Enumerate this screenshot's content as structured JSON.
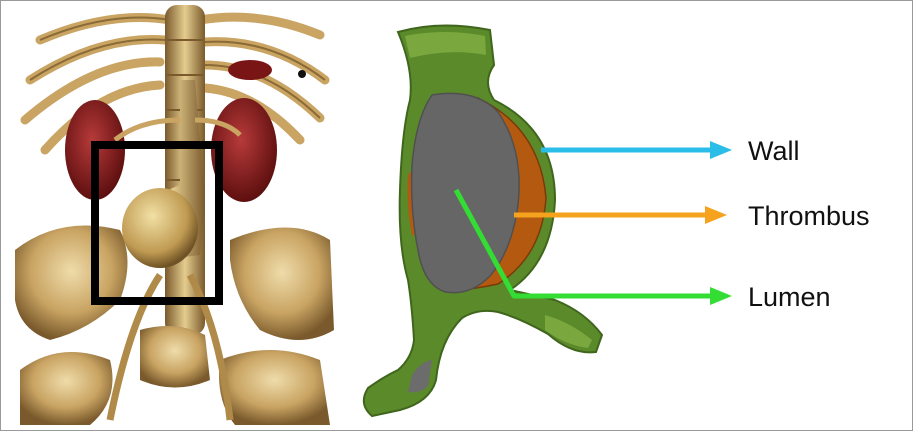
{
  "labels": {
    "wall": "Wall",
    "thrombus": "Thrombus",
    "lumen": "Lumen"
  },
  "colors": {
    "wall_arrow": "#29bde8",
    "thrombus_arrow": "#f5a21e",
    "lumen_arrow": "#33dd33",
    "roi_box": "#000000",
    "wall_tissue": "#5b8a2a",
    "thrombus_tissue": "#b45a10",
    "lumen_tissue": "#666666",
    "bone": "#c8a66a",
    "kidney": "#8b1a1a"
  },
  "panels": {
    "left": "ct-volume-rendering",
    "right": "aneurysm-segmentation-model"
  }
}
